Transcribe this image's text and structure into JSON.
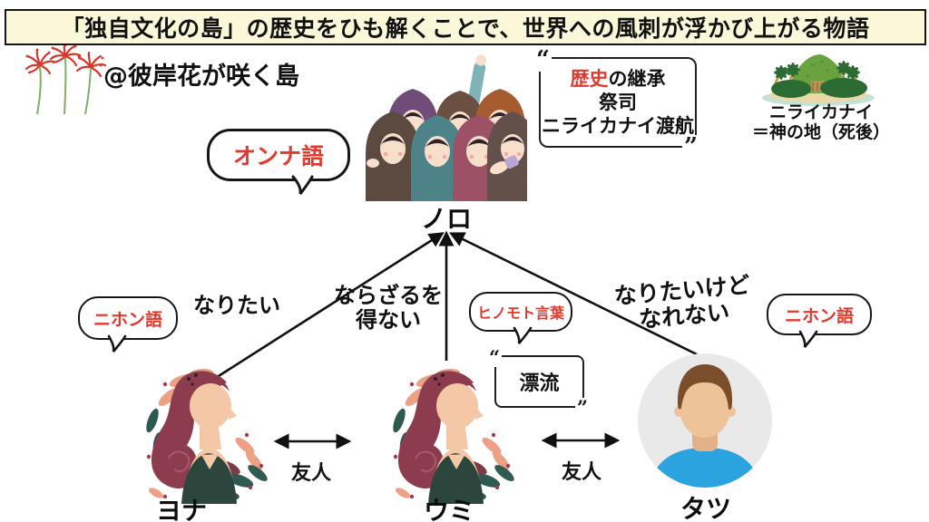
{
  "title": "「独自文化の島」の歴史をひも解くことで、世界への風刺が浮かび上がる物語",
  "header": {
    "work_tag": "@彼岸花が咲く島"
  },
  "quote_marks": {
    "open": "“",
    "close": "”"
  },
  "noro": {
    "name": "ノロ",
    "speech_bubble": "オンナ語",
    "quote": {
      "line1_highlight": "歴史",
      "line1_rest": "の継承",
      "line2": "祭司",
      "line3": "ニライカナイ渡航"
    }
  },
  "island_note": {
    "line1": "ニライカナイ",
    "line2": "＝神の地（死後）"
  },
  "edges": {
    "yona_to_noro": "なりたい",
    "umi_to_noro_line1": "ならざるを",
    "umi_to_noro_line2": "得ない",
    "tatsu_to_noro_line1": "なりたいけど",
    "tatsu_to_noro_line2": "なれない",
    "friend_left": "友人",
    "friend_right": "友人"
  },
  "characters": {
    "yona": {
      "name": "ヨナ",
      "speech_bubble": "ニホン語"
    },
    "umi": {
      "name": "ウミ",
      "speech_bubble": "ヒノモト言葉",
      "quote": "漂流"
    },
    "tatsu": {
      "name": "タツ",
      "speech_bubble": "ニホン語"
    }
  },
  "colors": {
    "accent_red": "#e03a2f",
    "banner_bg": "#fbf8da"
  }
}
